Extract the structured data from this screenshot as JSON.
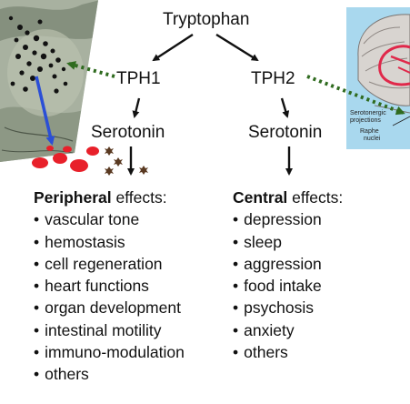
{
  "nodes": {
    "top": "Tryptophan",
    "enzyme_left": "TPH1",
    "enzyme_right": "TPH2",
    "product_left": "Serotonin",
    "product_right": "Serotonin"
  },
  "peripheral": {
    "title_bold": "Peripheral",
    "title_rest": " effects:",
    "items": [
      "vascular tone",
      "hemostasis",
      "cell regeneration",
      "heart functions",
      "organ development",
      "intestinal motility",
      "immuno-modulation",
      "others"
    ]
  },
  "central": {
    "title_bold": "Central",
    "title_rest": " effects:",
    "items": [
      "depression",
      "sleep",
      "aggression",
      "food intake",
      "psychosis",
      "anxiety",
      "others"
    ]
  },
  "brain_image": {
    "label_projections": "Serotonergic projections",
    "label_raphe": "Raphe nuclei"
  },
  "colors": {
    "text": "#111111",
    "dotted_arrow": "#2f6b1f",
    "blue_arrow": "#2b4fd6",
    "red_cells": "#e8202a",
    "platelets": "#5a3a22",
    "brain_background": "#a9d8ee",
    "brain_projection": "#e0284a"
  }
}
